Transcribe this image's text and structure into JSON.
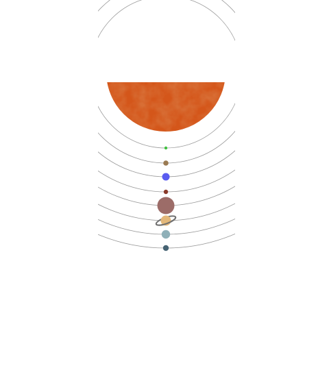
{
  "scene": {
    "background": "#ffffff",
    "orbit_color": "#9a9a9a"
  },
  "sun": {
    "name": "sun",
    "color": "#d4561a",
    "texture_color": "#b8461a"
  },
  "planets": [
    {
      "name": "mercury",
      "color": "#3fbf3f"
    },
    {
      "name": "venus",
      "color": "#9a7a52"
    },
    {
      "name": "earth",
      "color": "#5a5cf0"
    },
    {
      "name": "mars",
      "color": "#8a3a2a"
    },
    {
      "name": "jupiter",
      "color": "#9c6c68"
    },
    {
      "name": "saturn",
      "color": "#e3b87a",
      "ring_color": "#6f6f6f"
    },
    {
      "name": "uranus",
      "color": "#8fb0b8"
    },
    {
      "name": "neptune",
      "color": "#466373"
    }
  ]
}
